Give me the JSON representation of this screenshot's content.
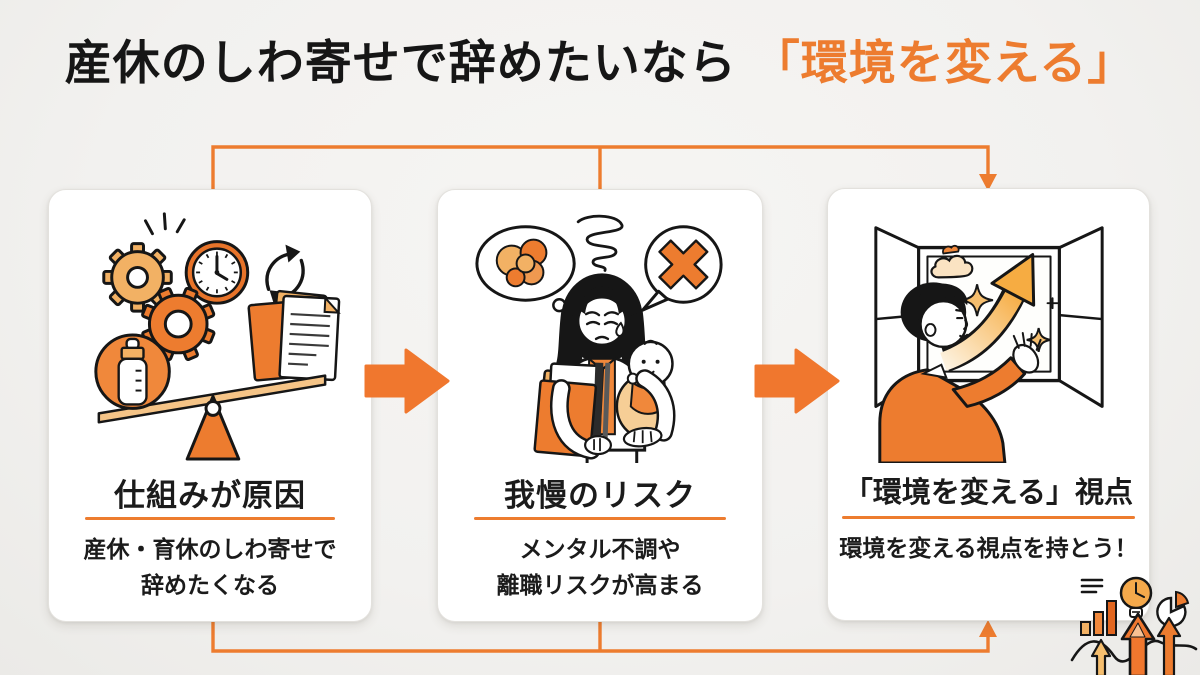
{
  "title": {
    "black_part": "産休のしわ寄せで辞めたいなら",
    "orange_part": "「環境を変える」"
  },
  "cards": [
    {
      "title": "仕組みが原因",
      "body_lines": [
        "産休・育休のしわ寄せで",
        "辞めたくなる"
      ],
      "illustration": "seesaw-imbalance-of-gears-clock-documents-vs-baby-bottle"
    },
    {
      "title": "我慢のリスク",
      "body_lines": [
        "メンタル不調や",
        "離職リスクが高まる"
      ],
      "illustration": "stressed-mother-holding-baby-and-work-folders"
    },
    {
      "title": "「環境を変える」視点",
      "body_lines": [
        "環境を変える視点を持とう！"
      ],
      "illustration": "person-at-open-window-with-rising-arrow"
    }
  ],
  "icons": {
    "card1": [
      "gear-icon",
      "clock-icon",
      "cycle-arrows-icon",
      "baby-bottle-icon",
      "documents-icon",
      "seesaw-icon"
    ],
    "card2": [
      "thought-bubble-icon",
      "tangle-scribble-icon",
      "dizzy-swirl-icon",
      "x-mark-bubble-icon",
      "mother-and-baby-figure"
    ],
    "card3": [
      "open-window-icon",
      "cloud-icon",
      "rising-arrow-icon",
      "sparkle-icon",
      "person-back-view"
    ],
    "corner_decor": [
      "list-lines-icon",
      "bar-chart-icon",
      "lightbulb-clock-icon",
      "pie-chart-icon",
      "growth-arrows-icon",
      "wave-line-icon"
    ],
    "flow": [
      "right-block-arrow",
      "right-block-arrow",
      "top-loop-connector-arrow",
      "bottom-loop-connector-arrow"
    ]
  },
  "colors": {
    "accent": "#ED7C2F",
    "accent_bright": "#F0772E",
    "accent_deep": "#E2661F",
    "tan": "#F2B164",
    "tan_light": "#F8DCAE",
    "ink": "#1B1B1B",
    "background": "#F2F1EF",
    "card_bg": "#FFFFFF",
    "card_border": "#E3E1DD"
  }
}
